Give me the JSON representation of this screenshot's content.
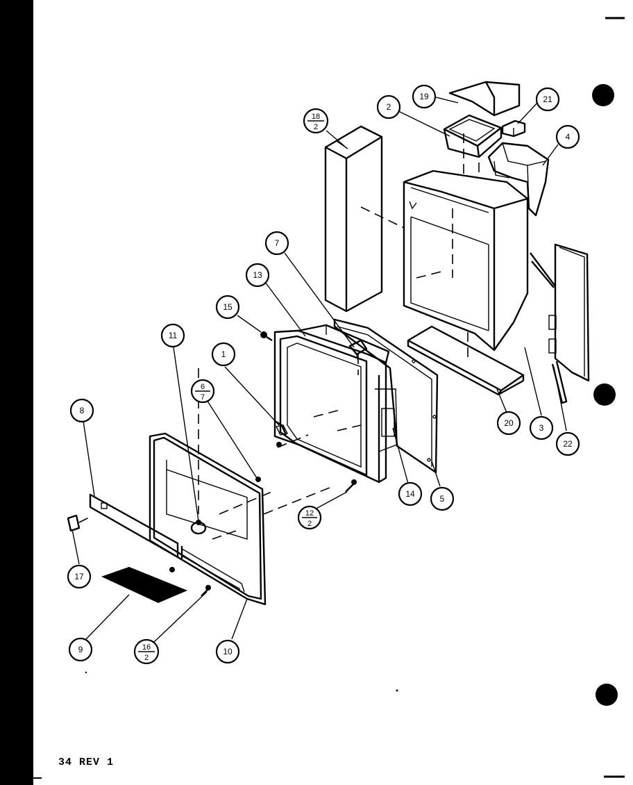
{
  "callouts": {
    "c1": "1",
    "c2": "2",
    "c3": "3",
    "c4": "4",
    "c5": "5",
    "c7": "7",
    "c8": "8",
    "c9": "9",
    "c10": "10",
    "c11": "11",
    "c13": "13",
    "c14": "14",
    "c15": "15",
    "c17": "17",
    "c19": "19",
    "c20": "20",
    "c21": "21",
    "c22": "22",
    "f18_top": "18",
    "f18_bot": "2",
    "f6_top": "6",
    "f6_bot": "7",
    "f12_top": "12",
    "f12_bot": "2",
    "f16_top": "16",
    "f16_bot": "2"
  },
  "footer": {
    "page_code": "34 REV 1"
  },
  "colors": {
    "ink": "#000000",
    "paper": "#ffffff"
  }
}
